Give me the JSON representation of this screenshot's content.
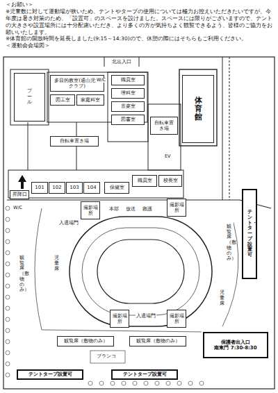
{
  "diagram": {
    "nodes": [
      {
        "text": [
          "プール"
        ]
      },
      {
        "text": [
          "多目的教室(通山児童クラブ)"
        ]
      },
      {
        "text": [
          "図工室"
        ]
      },
      {
        "text": [
          "家庭科室"
        ]
      },
      {
        "text": [
          "職員室"
        ]
      },
      {
        "text": [
          "理科室"
        ]
      },
      {
        "text": [
          "体育館"
        ]
      },
      {
        "text": [
          "自転車置き場"
        ]
      },
      {
        "text": [
          "自転車置き場"
        ]
      },
      {
        "text": [
          "音楽室"
        ]
      },
      {
        "text": [
          "図書室"
        ]
      },
      {
        "text": [
          "101"
        ]
      },
      {
        "text": [
          "102"
        ]
      },
      {
        "text": [
          "103"
        ]
      },
      {
        "text": [
          "104"
        ]
      },
      {
        "text": [
          "保健室"
        ]
      },
      {
        "text": [
          "職員室"
        ]
      },
      {
        "text": [
          "校長室"
        ]
      },
      {
        "text": [
          "昇降口"
        ]
      },
      {
        "text": [
          "撮影場所"
        ]
      },
      {
        "text": [
          "撮影場所"
        ]
      },
      {
        "text": [
          "撮影場所"
        ]
      },
      {
        "text": [
          "撮影場所"
        ]
      },
      {
        "text": [
          "観覧席（敷物のみ）"
        ]
      },
      {
        "text": [
          "テント・タープ設置可"
        ]
      },
      {
        "text": [
          "観覧席（敷物のみ）"
        ]
      },
      {
        "text": [
          "児童席"
        ]
      },
      {
        "text": [
          "児童席"
        ]
      },
      {
        "text": [
          "観覧席（敷物のみ）"
        ]
      },
      {
        "text": [
          "観覧席（敷物のみ）"
        ]
      },
      {
        "text": [
          "テントタープ設置可"
        ]
      },
      {
        "text": [
          "テントタープ設置可"
        ]
      },
      {
        "text": [
          "保護者出入口",
          "南東門 7:30-8:30"
        ]
      }
    ],
    "labels": [
      "＜お願い＞",
      "※児童数に対して運動場が狭いため、テントやタープの使用については極力お控えいただきたいですが、今年度は暑さ対策のため、「設置可」のスペースを設けました。スペースには限りがございますので、テントの大きさや設置場所には十分配慮いただき、より多くの方が気持ちよく観覧できるよう、皆様のご協力をお願いいたします。",
      "※体育館の開放時間を延長しました(9:15～14:30)ので、休憩の際にはそちらもご利用ください。",
      "＜運動会会場図＞",
      "北出入口",
      "W/C",
      "EV",
      "W/C",
      "入退場門",
      "入退場門",
      "本部",
      "放送",
      "救護",
      "ブランコ"
    ]
  }
}
